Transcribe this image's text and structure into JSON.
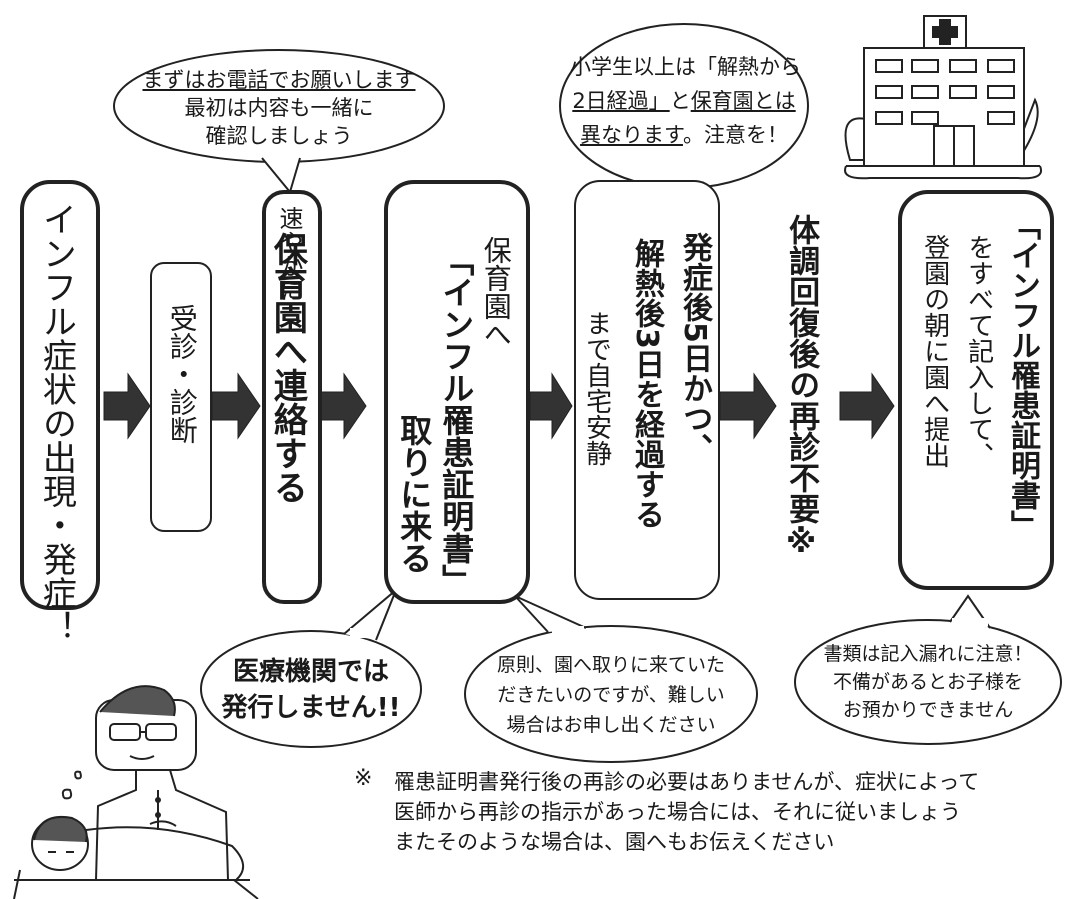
{
  "bubbles": {
    "phone": {
      "line1_part1": "まずは",
      "line1_part2": "お電話",
      "line1_part3": "でお願いします",
      "line2": "最初は内容も一緒に",
      "line3": "確認しましょう"
    },
    "school": {
      "line1": "小学生以上は「解熱から",
      "line2_part1": "2日経過」",
      "line2_part2": "と",
      "line2_part3": "保育園とは",
      "line3_part1": "異なります",
      "line3_part2": "。注意を！"
    },
    "medical": {
      "line1": "医療機関では",
      "line2": "発行しません!!"
    },
    "pickup": {
      "line1": "原則、園へ取りに来ていた",
      "line2": "だきたいのですが、難しい",
      "line3": "場合はお申し出ください"
    },
    "documents": {
      "line1": "書類は記入漏れに注意！",
      "line2": "不備があるとお子様を",
      "line3": "お預かりできません"
    }
  },
  "steps": {
    "onset": {
      "text": "インフル症状の出現・発症！"
    },
    "exam": {
      "text": "受診・診断"
    },
    "contact": {
      "col1": "速やかに",
      "col2": "保育園へ連絡する"
    },
    "certificate": {
      "col1": "保育園へ",
      "col2": "「インフル罹患証明書」",
      "col3": "取りに来る"
    },
    "rest": {
      "col1": "発症後5日かつ、",
      "col2": "解熱後3日を経過する",
      "col3": "まで自宅安静"
    },
    "recovery": {
      "text": "体調回復後の再診不要※"
    },
    "submit": {
      "col1": "「インフル罹患証明書」",
      "col2": "をすべて記入して、",
      "col3": "登園の朝に園へ提出"
    }
  },
  "note": {
    "mark": "※",
    "line1": "罹患証明書発行後の再診の必要はありませんが、症状によって",
    "line2": "医師から再診の指示があった場合には、それに従いましょう",
    "line3": "またそのような場合は、園へもお伝えください"
  }
}
